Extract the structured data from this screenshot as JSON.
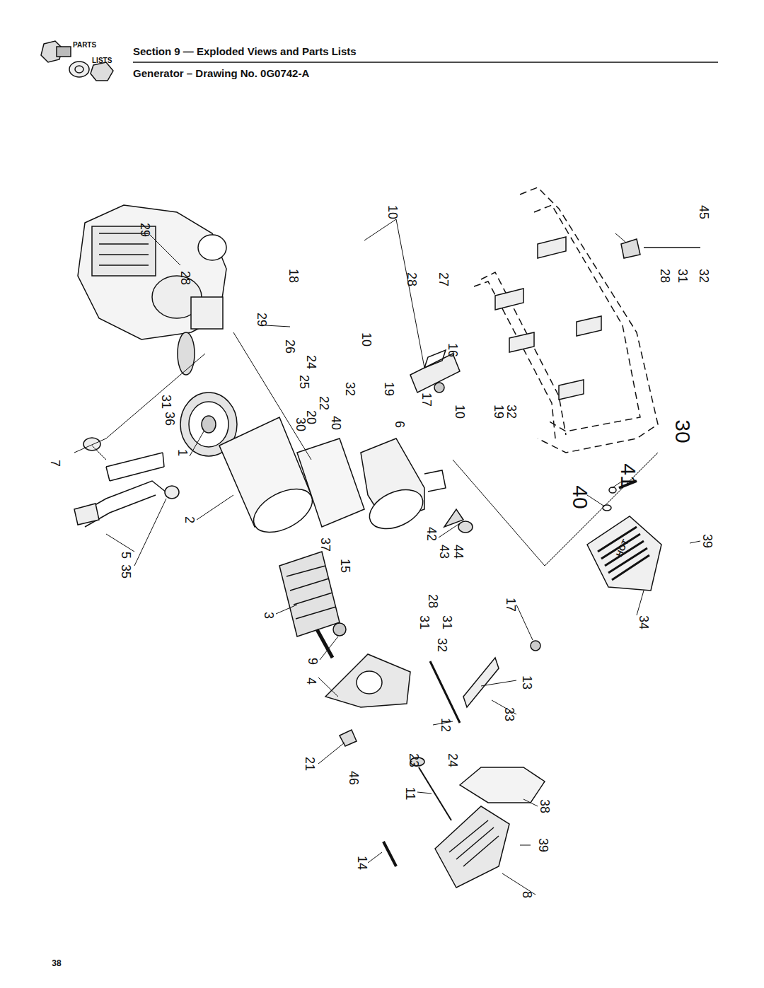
{
  "diagram": {
    "title": "Section 9 — Exploded Views and Parts Lists",
    "labels": [
      "PARTS",
      "LISTS",
      "Generator – Drawing No. 0G0742-A",
      "29",
      "28",
      "18",
      "29",
      "26",
      "24",
      "25",
      "10",
      "28",
      "27",
      "10",
      "16",
      "32",
      "19",
      "17",
      "10",
      "19",
      "32",
      "22",
      "20",
      "40",
      "30",
      "6",
      "31",
      "36",
      "7",
      "1",
      "2",
      "5",
      "35",
      "3",
      "37",
      "15",
      "42",
      "43",
      "44",
      "28",
      "31",
      "32",
      "31",
      "9",
      "4",
      "17",
      "13",
      "33",
      "12",
      "21",
      "46",
      "23",
      "24",
      "11",
      "14",
      "38",
      "39",
      "8",
      "45",
      "28",
      "31",
      "32",
      "30",
      "41",
      "40",
      "39",
      "34",
      "HOT",
      "38"
    ]
  }
}
